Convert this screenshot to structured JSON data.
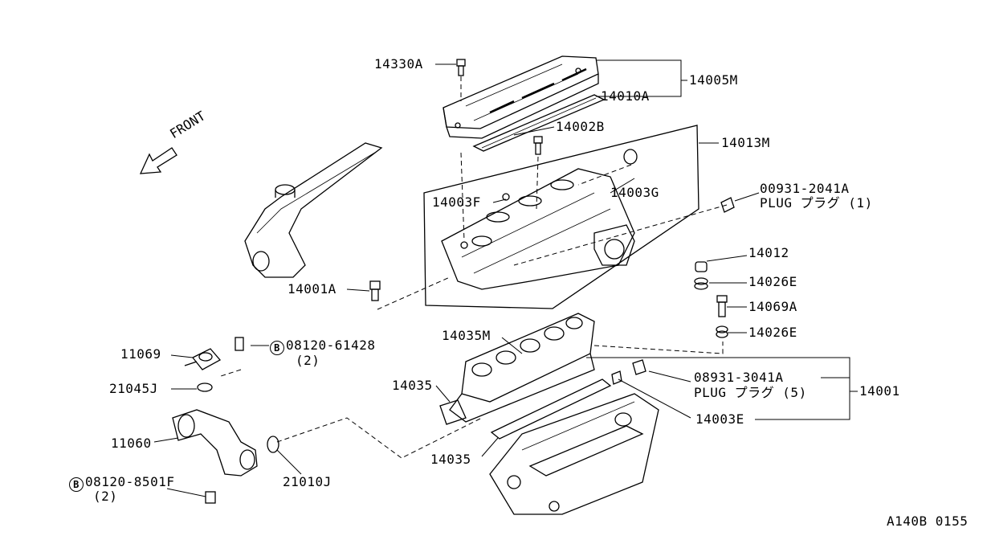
{
  "direction_label": "FRONT",
  "callouts": {
    "p14330A": "14330A",
    "p14005M": "14005M",
    "p14010A": "14010A",
    "p14002B": "14002B",
    "p14013M": "14013M",
    "p14003F": "14003F",
    "p14003G": "14003G",
    "p00931": "00931-2041A",
    "p00931_desc": "PLUG プラグ (1)",
    "p14012": "14012",
    "p14026E_a": "14026E",
    "p14069A": "14069A",
    "p14026E_b": "14026E",
    "p14001A": "14001A",
    "p14035M": "14035M",
    "p11069": "11069",
    "b_08120_61428": "08120-61428",
    "b_08120_61428_qty": "(2)",
    "p21045J": "21045J",
    "p14035_a": "14035",
    "p08931": "08931-3041A",
    "p08931_desc": "PLUG プラグ (5)",
    "p14001": "14001",
    "p14003E": "14003E",
    "p11060": "11060",
    "p14035_b": "14035",
    "b_08120_8501F": "08120-8501F",
    "b_08120_8501F_qty": "(2)",
    "p21010J": "21010J"
  },
  "bolt_marker": "B",
  "diagram_code": "A140B 0155"
}
